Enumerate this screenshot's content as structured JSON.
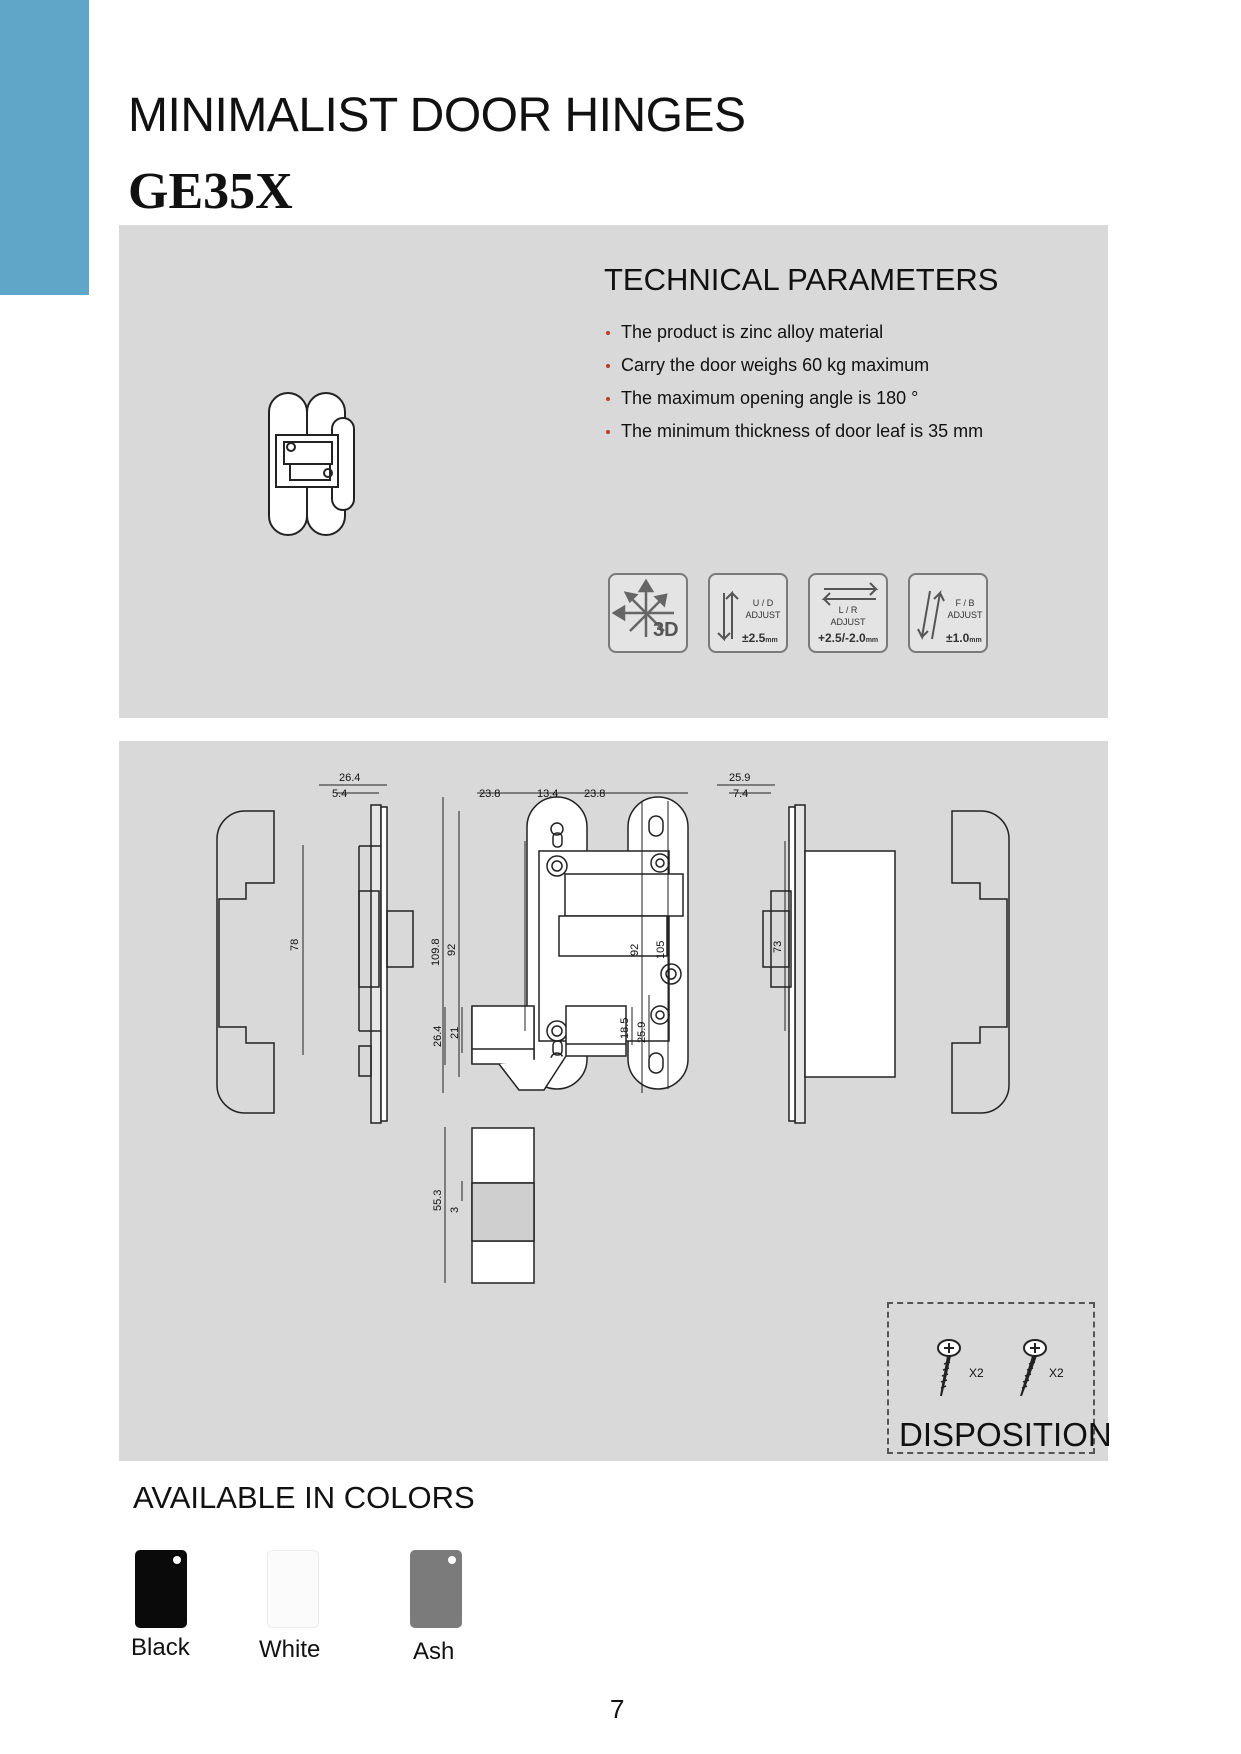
{
  "header": {
    "title": "MINIMALIST DOOR HINGES",
    "model": "GE35X"
  },
  "technical": {
    "heading": "TECHNICAL PARAMETERS",
    "items": [
      "The product is zinc alloy material",
      "Carry the door weighs 60 kg maximum",
      "The maximum opening angle is 180 °",
      "The minimum thickness of door leaf is 35  mm"
    ]
  },
  "adjustments": [
    {
      "icon": "3d-adjust-icon",
      "label": "3D",
      "value": ""
    },
    {
      "icon": "up-down-arrow-icon",
      "label_line1": "U / D",
      "label_line2": "ADJUST",
      "value": "±2.5",
      "unit": "mm"
    },
    {
      "icon": "left-right-arrow-icon",
      "label_line1": "L / R",
      "label_line2": "ADJUST",
      "value": "+2.5/-2.0",
      "unit": "mm"
    },
    {
      "icon": "front-back-arrow-icon",
      "label_line1": "F / B",
      "label_line2": "ADJUST",
      "value": "±1.0",
      "unit": "mm"
    }
  ],
  "drawing": {
    "dims": {
      "d264": "26.4",
      "d54": "5.4",
      "d238a": "23.8",
      "d134": "13.4",
      "d238b": "23.8",
      "d259": "25.9",
      "d74": "7.4",
      "d78": "78",
      "d1098": "109.8",
      "d92a": "92",
      "d92b": "92",
      "d105": "105",
      "d73": "73",
      "d264b": "26.4",
      "d21": "21",
      "d185": "18.5",
      "d259b": "25.9",
      "d553": "55.3",
      "d3": "3"
    }
  },
  "disposition": {
    "label": "DISPOSITION",
    "screws": [
      {
        "qty": "X2"
      },
      {
        "qty": "X2"
      }
    ]
  },
  "colors": {
    "heading": "AVAILABLE IN COLORS",
    "items": [
      {
        "name": "Black",
        "hex": "#0a0a0a"
      },
      {
        "name": "White",
        "hex": "#fbfbfb"
      },
      {
        "name": "Ash",
        "hex": "#7b7b7b"
      }
    ]
  },
  "page": {
    "number": "7"
  }
}
